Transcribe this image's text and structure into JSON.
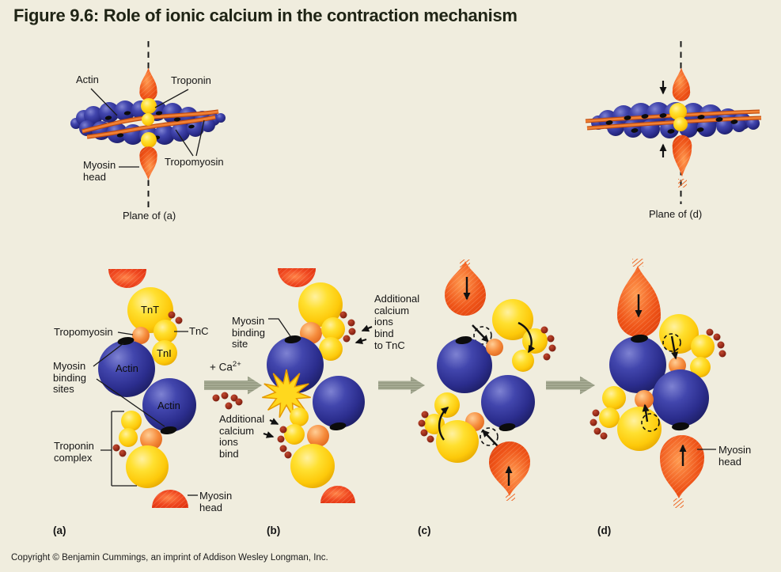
{
  "title": "Figure 9.6: Role of ionic calcium in the contraction mechanism",
  "copyright": "Copyright © Benjamin Cummings, an imprint of Addison Wesley Longman, Inc.",
  "colors": {
    "background": "#f0edde",
    "blue_actin": "#3d3f9f",
    "yellow_troponin": "#ffd21d",
    "orange_myosin": "#f26522",
    "red_calcium": "#a5301e",
    "gray_arrow": "#aab09a"
  },
  "side_view": {
    "actin": "Actin",
    "troponin": "Troponin",
    "myosin_head": "Myosin\nhead",
    "tropomyosin": "Tropomyosin",
    "plane": "Plane of (a)"
  },
  "plane_d_view": {
    "plane": "Plane of (d)"
  },
  "panel_a": {
    "letter": "(a)",
    "tnt": "TnT",
    "tnc": "TnC",
    "tni": "TnI",
    "tropomyosin": "Tropomyosin",
    "actin_upper": "Actin",
    "actin_lower": "Actin",
    "myosin_binding_sites": "Myosin\nbinding\nsites",
    "troponin_complex": "Troponin\ncomplex",
    "myosin_head": "Myosin\nhead"
  },
  "transition": {
    "ca_prefix": "+ Ca",
    "ca_sup": "2+"
  },
  "panel_b": {
    "letter": "(b)",
    "myosin_binding_site": "Myosin\nbinding\nsite",
    "additional_ca_tnc": "Additional\ncalcium\nions\nbind\nto TnC",
    "additional_ca_bind": "Additional\ncalcium\nions\nbind"
  },
  "panel_c": {
    "letter": "(c)"
  },
  "panel_d": {
    "letter": "(d)",
    "myosin_head": "Myosin\nhead"
  }
}
